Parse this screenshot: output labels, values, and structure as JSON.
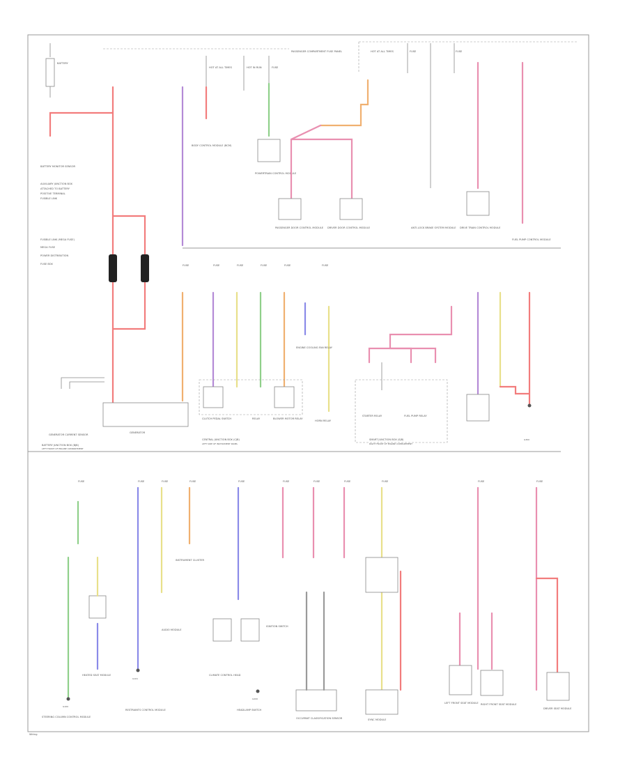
{
  "diagram": {
    "colors": {
      "battery_feed": "#f27c7c",
      "violet": "#b48ad6",
      "pink": "#e98fb0",
      "green": "#8fd08a",
      "yellow": "#e8e08a",
      "orange": "#f0b070",
      "blue": "#8a8ae8",
      "grey": "#9a9a9a",
      "black": "#333333",
      "frame": "#999999"
    },
    "section1": {
      "battery_label": "BATTERY",
      "battery_monitor_label": "BATTERY MONITOR SENSOR",
      "labels_left": [
        "AUXILIARY JUNCTION BOX",
        "ATTACHED TO BATTERY",
        "POSITIVE TERMINAL",
        "FUSIBLE LINK"
      ],
      "legend": [
        "FUSIBLE LINK (MEGA FUSE)",
        "MEGA FUSE",
        "POWER DISTRIBUTION",
        "FUSE BOX"
      ],
      "generator": "GENERATOR",
      "generator_current_sensor": "GENERATOR CURRENT SENSOR",
      "bjb": "BATTERY JUNCTION BOX (BJB)",
      "bjb_location": "LEFT FRONT OF ENGINE COMPARTMENT",
      "passenger_compartment_fuse_panel": "PASSENGER COMPARTMENT FUSE PANEL",
      "fuse_boxes": [
        "HOT AT ALL TIMES",
        "HOT IN RUN",
        "FUSE",
        "HOT AT ALL TIMES",
        "FUSE",
        "FUSE"
      ],
      "modules_top": [
        "BODY CONTROL MODULE (BCM)",
        "POWERTRAIN CONTROL MODULE",
        "PASSENGER DOOR CONTROL MODULE",
        "DRIVER DOOR CONTROL MODULE",
        "ANTI-LOCK BRAKE SYSTEM MODULE",
        "DRIVE TRAIN CONTROL MODULE",
        "FUEL PUMP CONTROL MODULE"
      ]
    },
    "section2": {
      "fuse_labels": [
        "FUSE",
        "FUSE",
        "FUSE",
        "FUSE",
        "FUSE",
        "FUSE"
      ],
      "modules": [
        "CLUTCH PEDAL SWITCH",
        "RELAY",
        "BLOWER MOTOR RELAY",
        "ENGINE COOLING FAN RELAY",
        "HORN RELAY",
        "STARTER RELAY",
        "FUEL PUMP RELAY"
      ],
      "cjb": "CENTRAL JUNCTION BOX (CJB)",
      "cjb_location": "LEFT SIDE OF INSTRUMENT PANEL",
      "smart_junction_box": "SMART JUNCTION BOX (SJB)",
      "sjb_location": "RIGHT FRONT OF ENGINE COMPARTMENT"
    },
    "section3": {
      "fuse_labels": [
        "FUSE",
        "FUSE",
        "FUSE",
        "FUSE",
        "FUSE",
        "FUSE",
        "FUSE",
        "FUSE",
        "FUSE",
        "FUSE",
        "FUSE"
      ],
      "modules": [
        "STEERING COLUMN CONTROL MODULE",
        "HEATED SEAT MODULE",
        "RESTRAINTS CONTROL MODULE",
        "AUDIO MODULE",
        "INSTRUMENT CLUSTER",
        "CLIMATE CONTROL HEAD",
        "HEADLAMP SWITCH",
        "IGNITION SWITCH",
        "OCCUPANT CLASSIFICATION SENSOR",
        "SYNC MODULE",
        "LEFT FRONT SEAT MODULE",
        "RIGHT FRONT SEAT MODULE",
        "DRIVER SEAT MODULE"
      ],
      "ground_labels": [
        "G100",
        "G101",
        "G200",
        "G300"
      ]
    },
    "footer_code": "Wiring"
  }
}
